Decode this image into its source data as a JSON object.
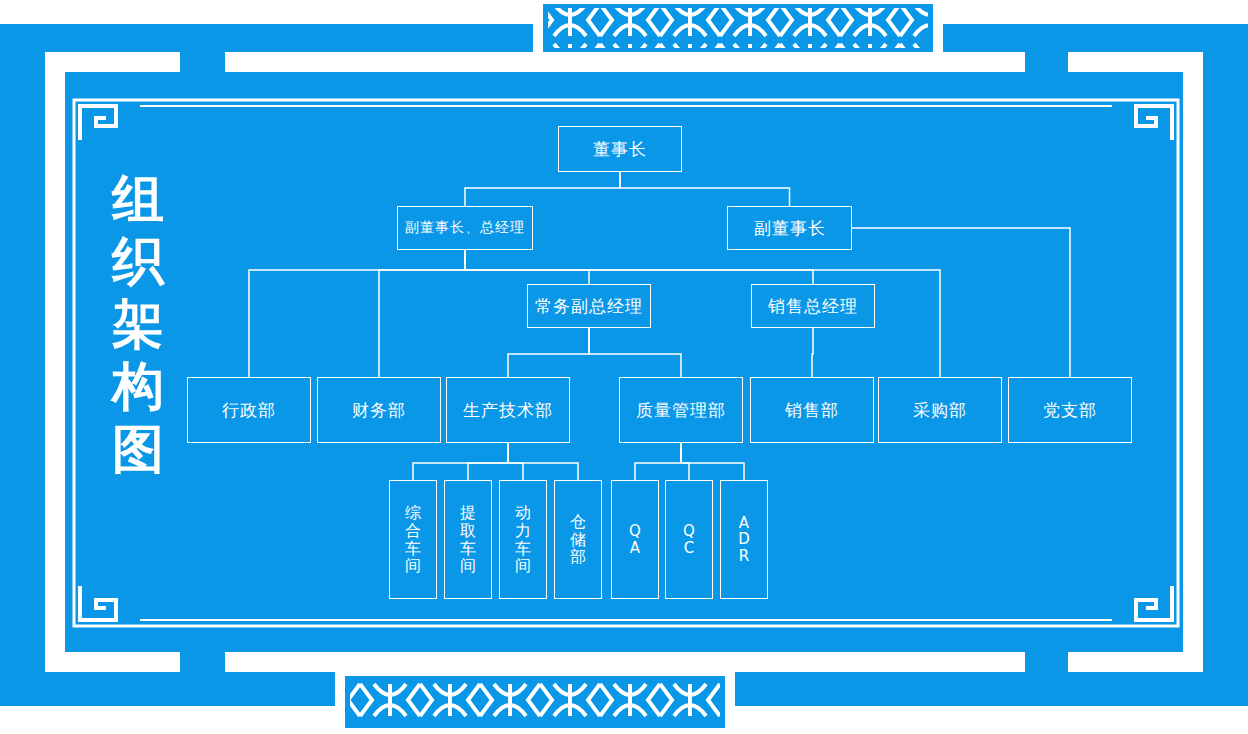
{
  "diagram": {
    "title": "组织架构图",
    "nodes": [
      {
        "text": [
          "董事长"
        ]
      },
      {
        "text": [
          "副董事长、总经理"
        ]
      },
      {
        "text": [
          "副董事长"
        ]
      },
      {
        "text": [
          "常务副总经理"
        ]
      },
      {
        "text": [
          "销售总经理"
        ]
      },
      {
        "text": [
          "行政部"
        ]
      },
      {
        "text": [
          "财务部"
        ]
      },
      {
        "text": [
          "生产技术部"
        ]
      },
      {
        "text": [
          "质量管理部"
        ]
      },
      {
        "text": [
          "销售部"
        ]
      },
      {
        "text": [
          "采购部"
        ]
      },
      {
        "text": [
          "党支部"
        ]
      },
      {
        "text": [
          "综合车间"
        ]
      },
      {
        "text": [
          "提取车间"
        ]
      },
      {
        "text": [
          "动力车间"
        ]
      },
      {
        "text": [
          "仓储部"
        ]
      },
      {
        "text": [
          "QA"
        ]
      },
      {
        "text": [
          "QC"
        ]
      },
      {
        "text": [
          "ADR"
        ]
      }
    ],
    "edges": [
      {
        "from": 0,
        "to": 1,
        "arrow": "none"
      },
      {
        "from": 0,
        "to": 2,
        "arrow": "none"
      },
      {
        "from": 1,
        "to": 5,
        "arrow": "none"
      },
      {
        "from": 1,
        "to": 6,
        "arrow": "none"
      },
      {
        "from": 1,
        "to": 3,
        "arrow": "none"
      },
      {
        "from": 1,
        "to": 4,
        "arrow": "none"
      },
      {
        "from": 1,
        "to": 10,
        "arrow": "none"
      },
      {
        "from": 2,
        "to": 11,
        "arrow": "none"
      },
      {
        "from": 3,
        "to": 7,
        "arrow": "none"
      },
      {
        "from": 3,
        "to": 8,
        "arrow": "none"
      },
      {
        "from": 4,
        "to": 9,
        "arrow": "none"
      },
      {
        "from": 7,
        "to": 12,
        "arrow": "none"
      },
      {
        "from": 7,
        "to": 13,
        "arrow": "none"
      },
      {
        "from": 7,
        "to": 14,
        "arrow": "none"
      },
      {
        "from": 7,
        "to": 15,
        "arrow": "none"
      },
      {
        "from": 8,
        "to": 16,
        "arrow": "none"
      },
      {
        "from": 8,
        "to": 17,
        "arrow": "none"
      },
      {
        "from": 8,
        "to": 18,
        "arrow": "none"
      }
    ]
  }
}
